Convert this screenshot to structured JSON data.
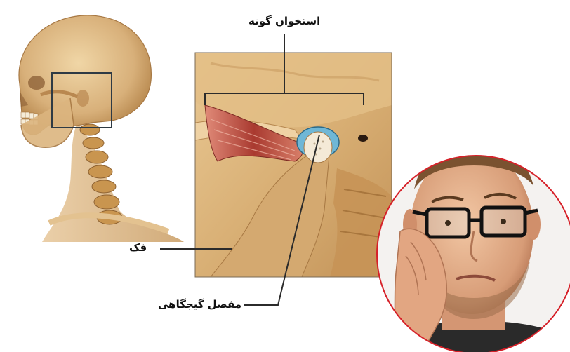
{
  "labels": {
    "cheekbone": "استخوان گونه",
    "jaw": "فک",
    "tmj": "مفصل گیجگاهی"
  },
  "colors": {
    "circle_border": "#d62028",
    "leader_line": "#2b2b2b",
    "bone_tan": "#d9b47c",
    "muscle_red": "#b5433a",
    "cartilage_blue": "#6fb7d6"
  },
  "illustrations": [
    "skull-neck-side-view",
    "jaw-joint-closeup",
    "man-with-jaw-pain-photo"
  ]
}
